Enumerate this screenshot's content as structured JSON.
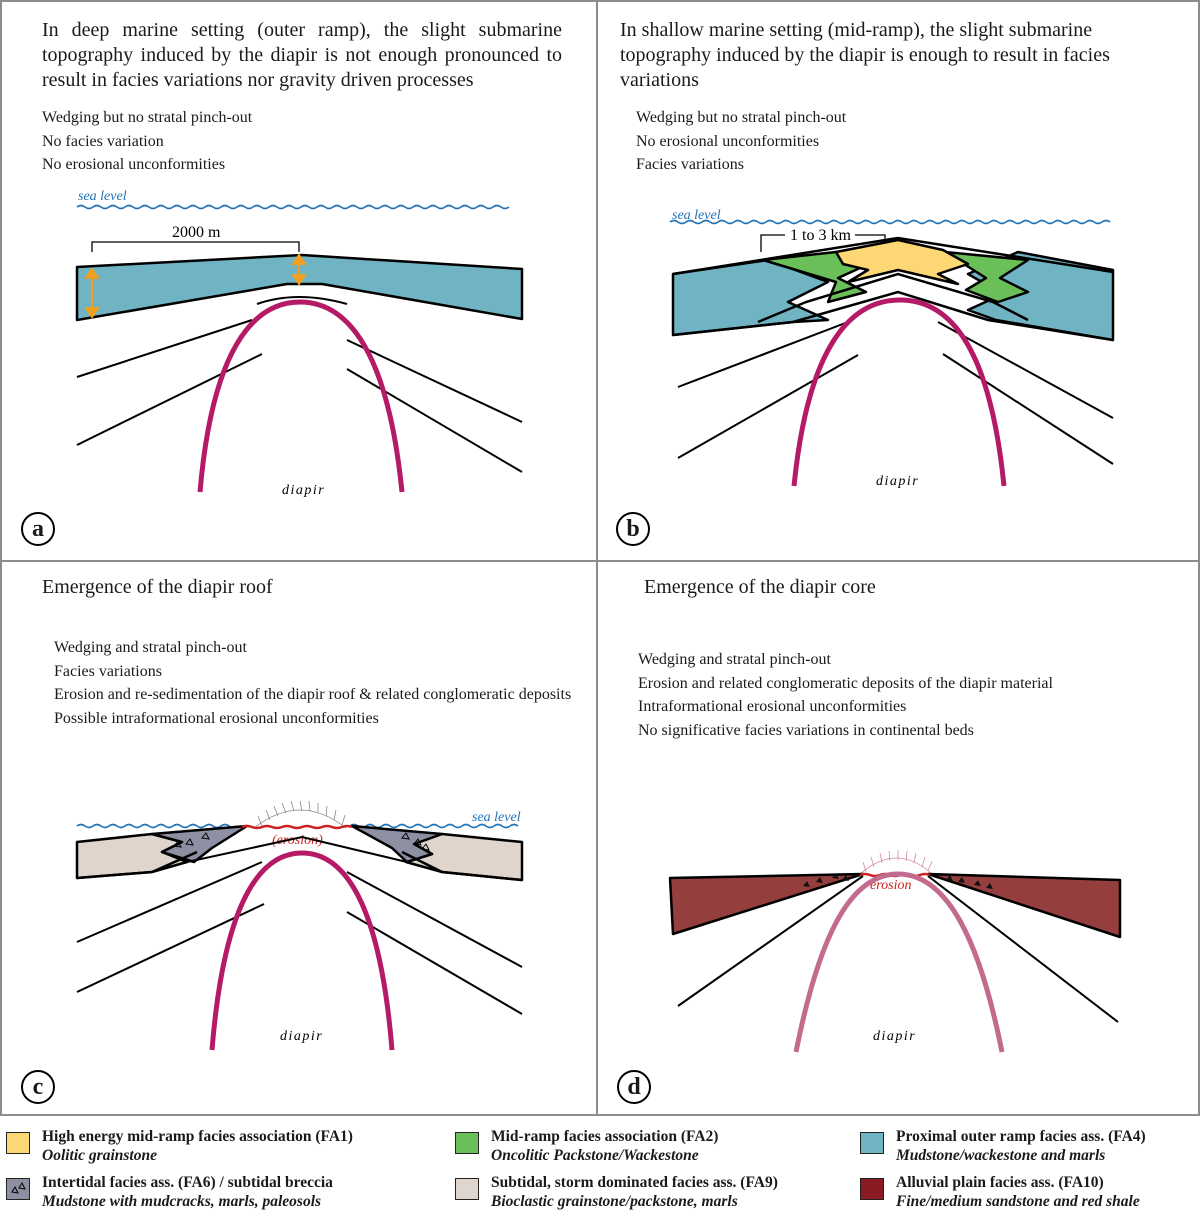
{
  "colors": {
    "fa1": "#fcd774",
    "fa2": "#6bbf59",
    "fa4": "#70b4c3",
    "fa6": "#8d8fa3",
    "fa9": "#dfd5cc",
    "fa10": "#953e3e",
    "diapir": "#b51a67",
    "sea": "#2272b8",
    "erosion": "#cc2222",
    "arrow": "#f0a020"
  },
  "panels": {
    "a": {
      "title": "In deep marine setting (outer ramp), the slight submarine topography induced by the diapir is not enough pronounced to result in facies variations nor gravity driven processes",
      "bullets": [
        "Wedging but no stratal pinch-out",
        "No facies variation",
        "No erosional unconformities"
      ],
      "sea_level": "sea level",
      "scale": "2000 m",
      "diapir": "diapir",
      "badge": "a"
    },
    "b": {
      "title": "In shallow marine setting (mid-ramp), the slight submarine topography induced by the diapir is enough to result in facies variations",
      "bullets": [
        "Wedging but no stratal pinch-out",
        "No erosional unconformities",
        "Facies variations"
      ],
      "sea_level": "sea level",
      "scale": "1 to 3 km",
      "diapir": "diapir",
      "badge": "b"
    },
    "c": {
      "title": "Emergence of the diapir roof",
      "bullets": [
        "Wedging and stratal pinch-out",
        "Facies variations",
        "Erosion and re-sedimentation of the diapir roof & related conglomeratic deposits",
        "Possible intraformational erosional unconformities"
      ],
      "sea_level": "sea level",
      "erosion": "(erosion)",
      "diapir": "diapir",
      "badge": "c"
    },
    "d": {
      "title": "Emergence of the diapir core",
      "bullets": [
        "Wedging and stratal pinch-out",
        "Erosion and related conglomeratic deposits of the diapir material",
        "Intraformational erosional unconformities",
        "No significative facies variations in continental beds"
      ],
      "erosion": "erosion",
      "diapir": "diapir",
      "badge": "d"
    }
  },
  "legend": [
    {
      "name": "High energy mid-ramp facies association (FA1)",
      "sub": "Oolitic grainstone",
      "color": "#fcd774"
    },
    {
      "name": "Mid-ramp facies association (FA2)",
      "sub": "Oncolitic Packstone/Wackestone",
      "color": "#6bbf59"
    },
    {
      "name": "Proximal outer ramp facies ass. (FA4)",
      "sub": "Mudstone/wackestone and marls",
      "color": "#70b4c3"
    },
    {
      "name": "Intertidal facies ass. (FA6) / subtidal breccia",
      "sub": "Mudstone with mudcracks, marls, paleosols",
      "color": "#8d8fa3",
      "breccia_icon": true
    },
    {
      "name": "Subtidal, storm dominated facies ass. (FA9)",
      "sub": "Bioclastic grainstone/packstone, marls",
      "color": "#dfd5cc"
    },
    {
      "name": "Alluvial plain facies ass. (FA10)",
      "sub": "Fine/medium sandstone and red shale",
      "color": "#8b1a24"
    }
  ]
}
